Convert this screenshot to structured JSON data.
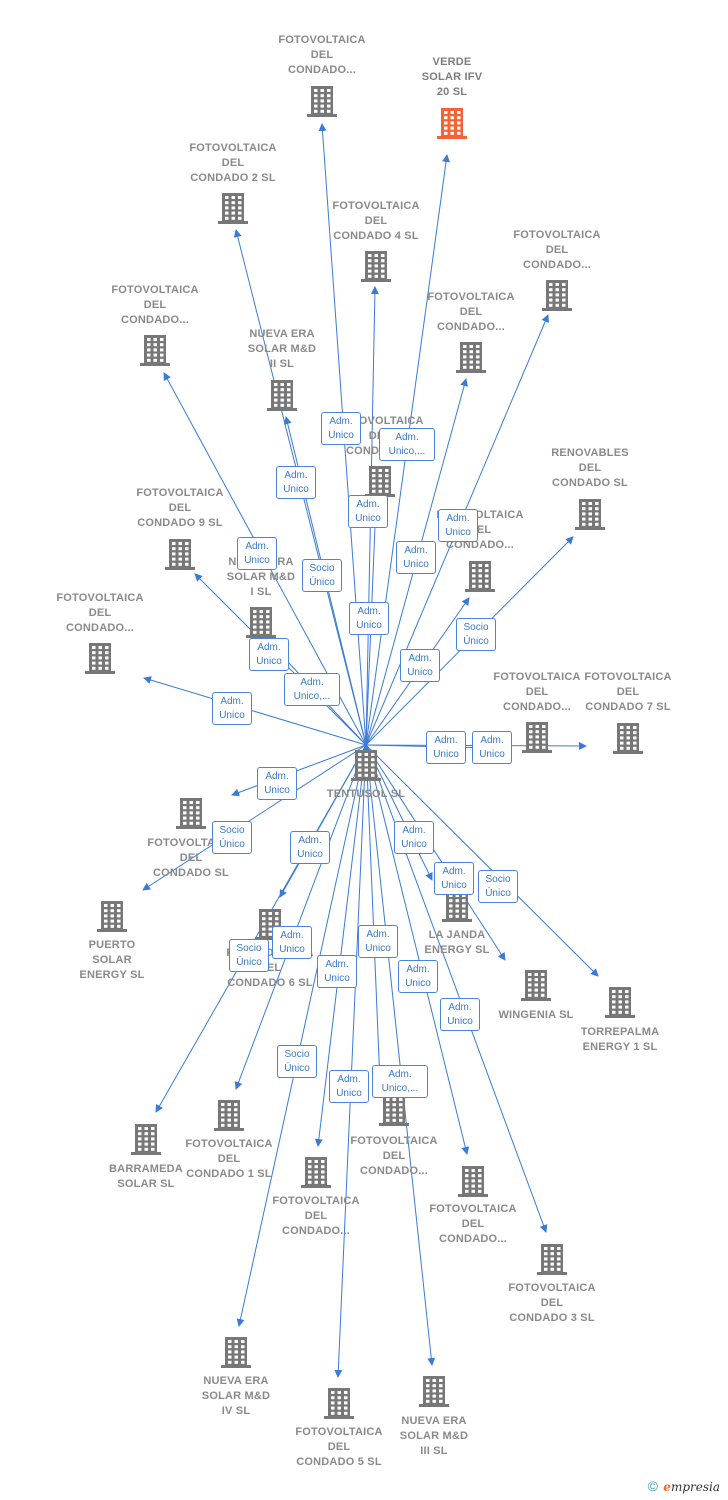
{
  "colors": {
    "edge": "#3a7bd5",
    "building": "#777777",
    "focus_building": "#f26434"
  },
  "center": {
    "id": "tentusol",
    "label": "TENTUSOL SL"
  },
  "nodes": [
    {
      "id": "n1",
      "label": "FOTOVOLTAICA\nDEL\nCONDADO...",
      "focus": false
    },
    {
      "id": "n2",
      "label": "VERDE\nSOLAR IFV\n20  SL",
      "focus": true
    },
    {
      "id": "n3",
      "label": "FOTOVOLTAICA\nDEL\nCONDADO 2 SL",
      "focus": false
    },
    {
      "id": "n4",
      "label": "FOTOVOLTAICA\nDEL\nCONDADO 4 SL",
      "focus": false
    },
    {
      "id": "n5",
      "label": "FOTOVOLTAICA\nDEL\nCONDADO...",
      "focus": false
    },
    {
      "id": "n6",
      "label": "FOTOVOLTAICA\nDEL\nCONDADO...",
      "focus": false
    },
    {
      "id": "n7",
      "label": "FOTOVOLTAICA\nDEL\nCONDADO...",
      "focus": false
    },
    {
      "id": "n8",
      "label": "NUEVA ERA\nSOLAR M&D\nII  SL",
      "focus": false
    },
    {
      "id": "n9",
      "label": "FOTOVOLTAICA\nDEL\nCONDADO...",
      "focus": false
    },
    {
      "id": "n10",
      "label": "RENOVABLES\nDEL\nCONDADO SL",
      "focus": false
    },
    {
      "id": "n11",
      "label": "FOTOVOLTAICA\nDEL\nCONDADO 9 SL",
      "focus": false
    },
    {
      "id": "n12",
      "label": "FOTOVOLTAICA\nDEL\nCONDADO...",
      "focus": false
    },
    {
      "id": "n13",
      "label": "NUEVA ERA\nSOLAR M&D\nI  SL",
      "focus": false
    },
    {
      "id": "n14",
      "label": "FOTOVOLTAICA\nDEL\nCONDADO...",
      "focus": false
    },
    {
      "id": "n15",
      "label": "FOTOVOLTAICA\nDEL\nCONDADO...",
      "focus": false
    },
    {
      "id": "n16",
      "label": "FOTOVOLTAICA\nDEL\nCONDADO 7 SL",
      "focus": false
    },
    {
      "id": "n17",
      "label": "FOTOVOLTAICA\nDEL\nCONDADO SL",
      "focus": false
    },
    {
      "id": "n18",
      "label": "PUERTO\nSOLAR\nENERGY  SL",
      "focus": false
    },
    {
      "id": "n19",
      "label": "FOTOVOLTAICA\nDEL\nCONDADO 6 SL",
      "focus": false
    },
    {
      "id": "n20",
      "label": "LA JANDA\nENERGY  SL",
      "focus": false
    },
    {
      "id": "n21",
      "label": "WINGENIA SL",
      "focus": false
    },
    {
      "id": "n22",
      "label": "TORREPALMA\nENERGY 1  SL",
      "focus": false
    },
    {
      "id": "n23",
      "label": "BARRAMEDA\nSOLAR  SL",
      "focus": false
    },
    {
      "id": "n24",
      "label": "FOTOVOLTAICA\nDEL\nCONDADO 1 SL",
      "focus": false
    },
    {
      "id": "n25",
      "label": "FOTOVOLTAICA\nDEL\nCONDADO...",
      "focus": false
    },
    {
      "id": "n26",
      "label": "FOTOVOLTAICA\nDEL\nCONDADO...",
      "focus": false
    },
    {
      "id": "n27",
      "label": "FOTOVOLTAICA\nDEL\nCONDADO...",
      "focus": false
    },
    {
      "id": "n28",
      "label": "FOTOVOLTAICA\nDEL\nCONDADO 3 SL",
      "focus": false
    },
    {
      "id": "n29",
      "label": "NUEVA ERA\nSOLAR M&D\nIV  SL",
      "focus": false
    },
    {
      "id": "n30",
      "label": "FOTOVOLTAICA\nDEL\nCONDADO 5 SL",
      "focus": false
    },
    {
      "id": "n31",
      "label": "NUEVA ERA\nSOLAR M&D\nIII  SL",
      "focus": false
    }
  ],
  "edge_labels": [
    "Adm.\nUnico",
    "Adm.\nUnico,...",
    "Adm.\nUnico",
    "Adm.\nUnico",
    "Adm.\nUnico",
    "Adm.\nUnico",
    "Adm.\nUnico",
    "Socio\nÚnico",
    "Adm.\nUnico",
    "Adm.\nUnico",
    "Adm.\nUnico",
    "Adm.\nUnico,...",
    "Socio\nÚnico",
    "Adm.\nUnico",
    "Adm.\nUnico",
    "Adm.\nUnico",
    "Adm.\nUnico",
    "Socio\nÚnico",
    "Adm.\nUnico",
    "Adm.\nUnico",
    "Adm.\nUnico",
    "Socio\nÚnico",
    "Socio\nÚnico",
    "Adm.\nUnico",
    "Adm.\nUnico",
    "Adm.\nUnico",
    "Adm.\nUnico",
    "Adm.\nUnico",
    "Socio\nÚnico",
    "Adm.\nUnico",
    "Adm.\nUnico,..."
  ],
  "footer": {
    "copyright": "©",
    "brand_initial": "e",
    "brand_rest": "mpresia"
  }
}
